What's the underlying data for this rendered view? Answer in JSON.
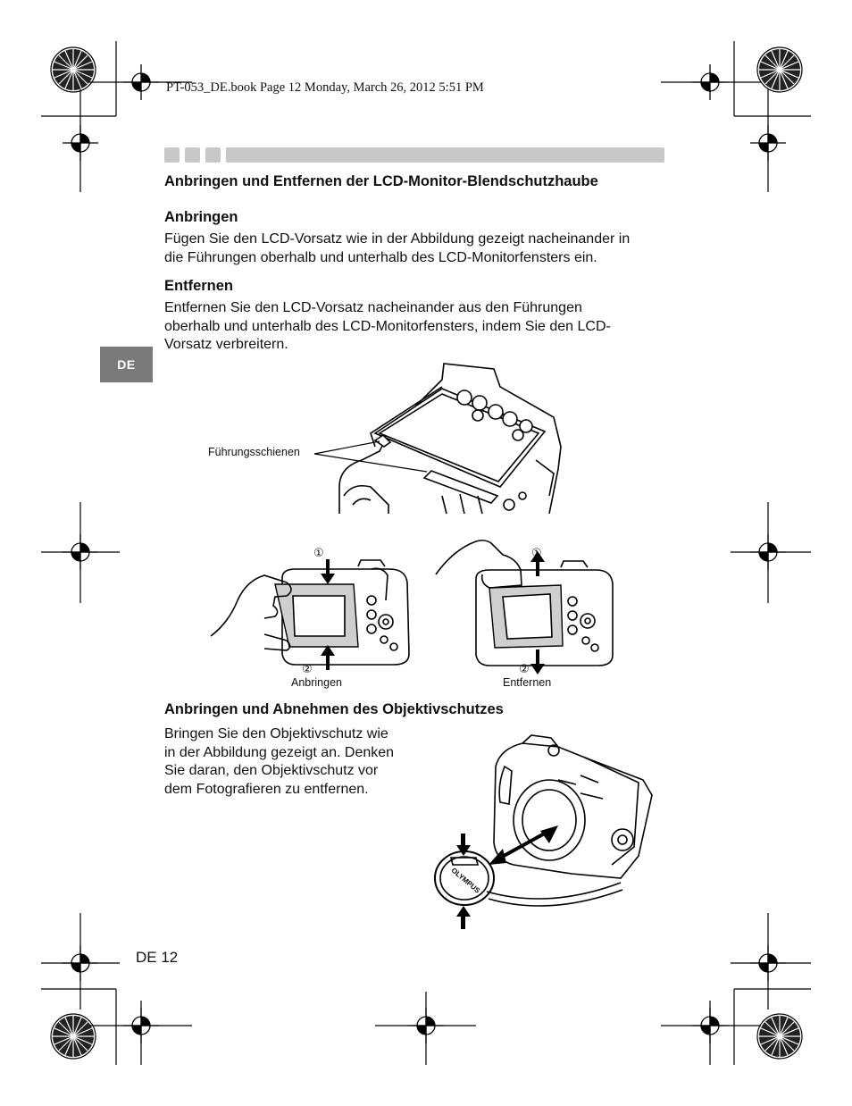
{
  "print_header": "PT-053_DE.book  Page 12  Monday, March 26, 2012  5:51 PM",
  "language_tab": "DE",
  "section1": {
    "title": "Anbringen und Entfernen der LCD-Monitor-Blendschutzhaube",
    "attach_heading": "Anbringen",
    "attach_lines": [
      "Fügen Sie den LCD-Vorsatz wie in der Abbildung gezeigt nacheinander in",
      "die Führungen oberhalb und unterhalb des LCD-Monitorfensters ein."
    ],
    "remove_heading": "Entfernen",
    "remove_lines": [
      "Entfernen Sie den LCD-Vorsatz nacheinander aus den Führungen",
      "oberhalb und unterhalb des LCD-Monitorfensters, indem Sie den LCD-",
      "Vorsatz verbreitern."
    ]
  },
  "figure1": {
    "callout": "Führungsschienen"
  },
  "figure2": {
    "step1": "①",
    "step2": "②",
    "left_caption": "Anbringen",
    "right_caption": "Entfernen"
  },
  "section2": {
    "title": "Anbringen und Abnehmen des Objektivschutzes",
    "lines": [
      "Bringen Sie den Objektivschutz wie",
      "in der Abbildung gezeigt an. Denken",
      "Sie daran, den Objektivschutz vor",
      "dem Fotografieren zu entfernen."
    ],
    "cap_logo": "OLYMPUS"
  },
  "page_number": "DE 12"
}
